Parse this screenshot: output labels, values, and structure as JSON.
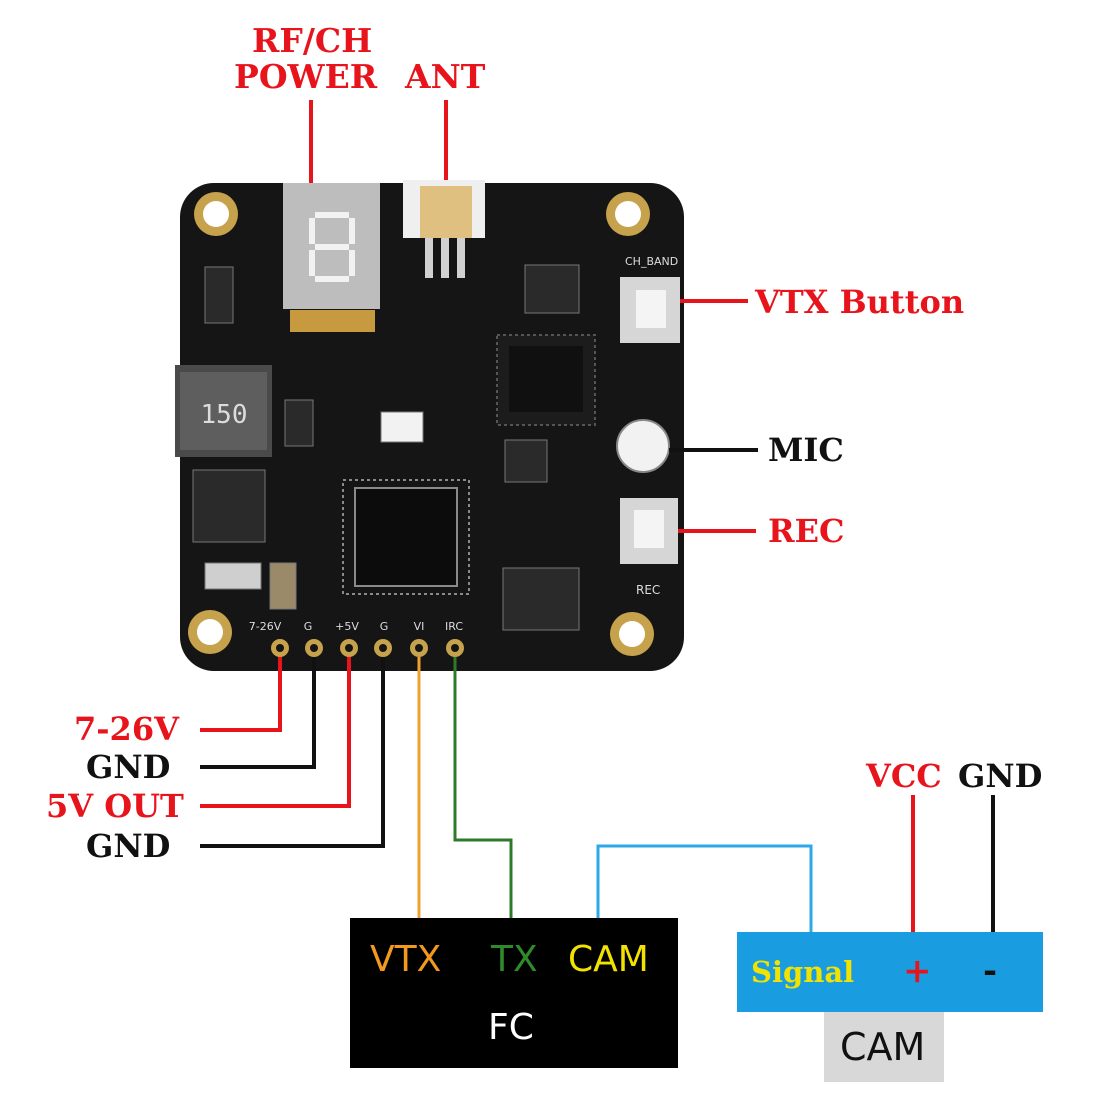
{
  "top_labels": {
    "rf_ch": "RF/CH",
    "power": "POWER",
    "ant": "ANT"
  },
  "right_labels": {
    "vtx_button": "VTX Button",
    "mic": "MIC",
    "rec": "REC"
  },
  "left_labels": {
    "v7_26": "7-26V",
    "gnd1": "GND",
    "v5_out": "5V OUT",
    "gnd2": "GND"
  },
  "board_silk": {
    "ch_band": "CH_BAND",
    "rec": "REC",
    "inductor": "150",
    "pins": [
      "7-26V",
      "G",
      "+5V",
      "G",
      "VI",
      "IRC"
    ]
  },
  "fc_box": {
    "vtx": "VTX",
    "tx": "TX",
    "cam": "CAM",
    "fc": "FC"
  },
  "cam_box": {
    "vcc": "VCC",
    "gnd": "GND",
    "signal": "Signal",
    "plus": "+",
    "minus": "-",
    "cam": "CAM"
  },
  "colors": {
    "label_red": "#e8141c",
    "board": "#151515",
    "fc_vtx": "#f39a1e",
    "fc_tx": "#2f8a2a",
    "fc_cam": "#f2e200",
    "wire_orange": "#f0a030",
    "wire_green": "#2f7a2a",
    "wire_blue": "#2fa8e8",
    "cam_box": "#1a9de0",
    "signal_text": "#f2e200"
  }
}
